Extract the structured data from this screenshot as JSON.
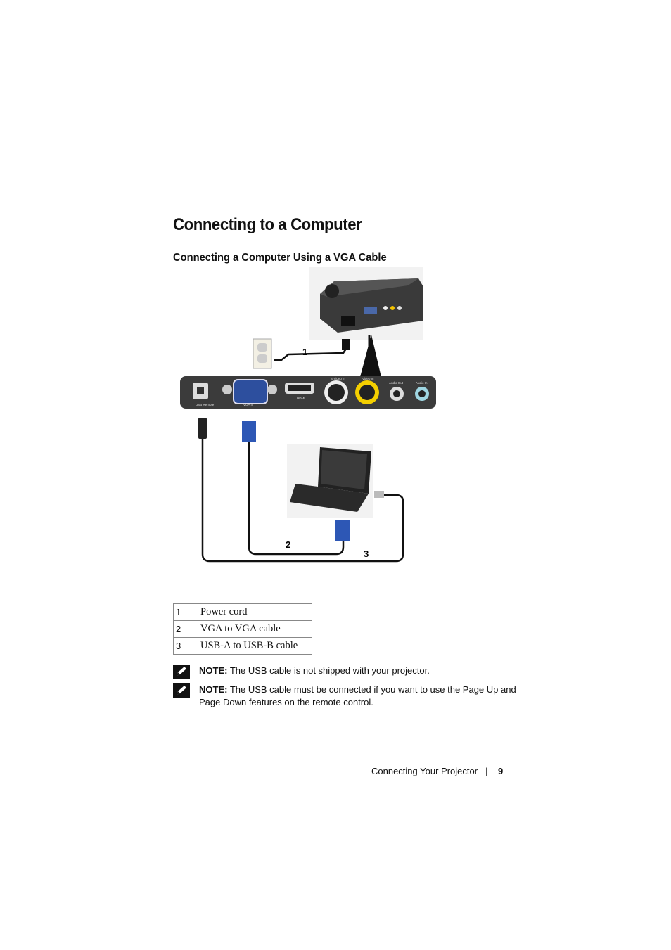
{
  "page": {
    "title": "Connecting to a Computer",
    "subtitle": "Connecting a Computer Using a VGA Cable"
  },
  "figure": {
    "callouts": [
      "1",
      "2",
      "3"
    ],
    "panel_labels": [
      "USB Remote",
      "VGA In",
      "HDMI",
      "S-Video In",
      "Video In",
      "Audio Out",
      "Audio In"
    ]
  },
  "legend": [
    {
      "num": "1",
      "text": "Power cord"
    },
    {
      "num": "2",
      "text": "VGA to VGA cable"
    },
    {
      "num": "3",
      "text": "USB-A to USB-B cable"
    }
  ],
  "notes": [
    {
      "label": "NOTE:",
      "text": " The USB cable is not shipped with your projector."
    },
    {
      "label": "NOTE:",
      "text": " The USB cable must be connected if you want to use the Page Up and Page Down features on the remote control."
    }
  ],
  "footer": {
    "section": "Connecting Your Projector",
    "separator": "|",
    "page_number": "9"
  },
  "icons": {
    "note": "pencil-note-icon"
  }
}
